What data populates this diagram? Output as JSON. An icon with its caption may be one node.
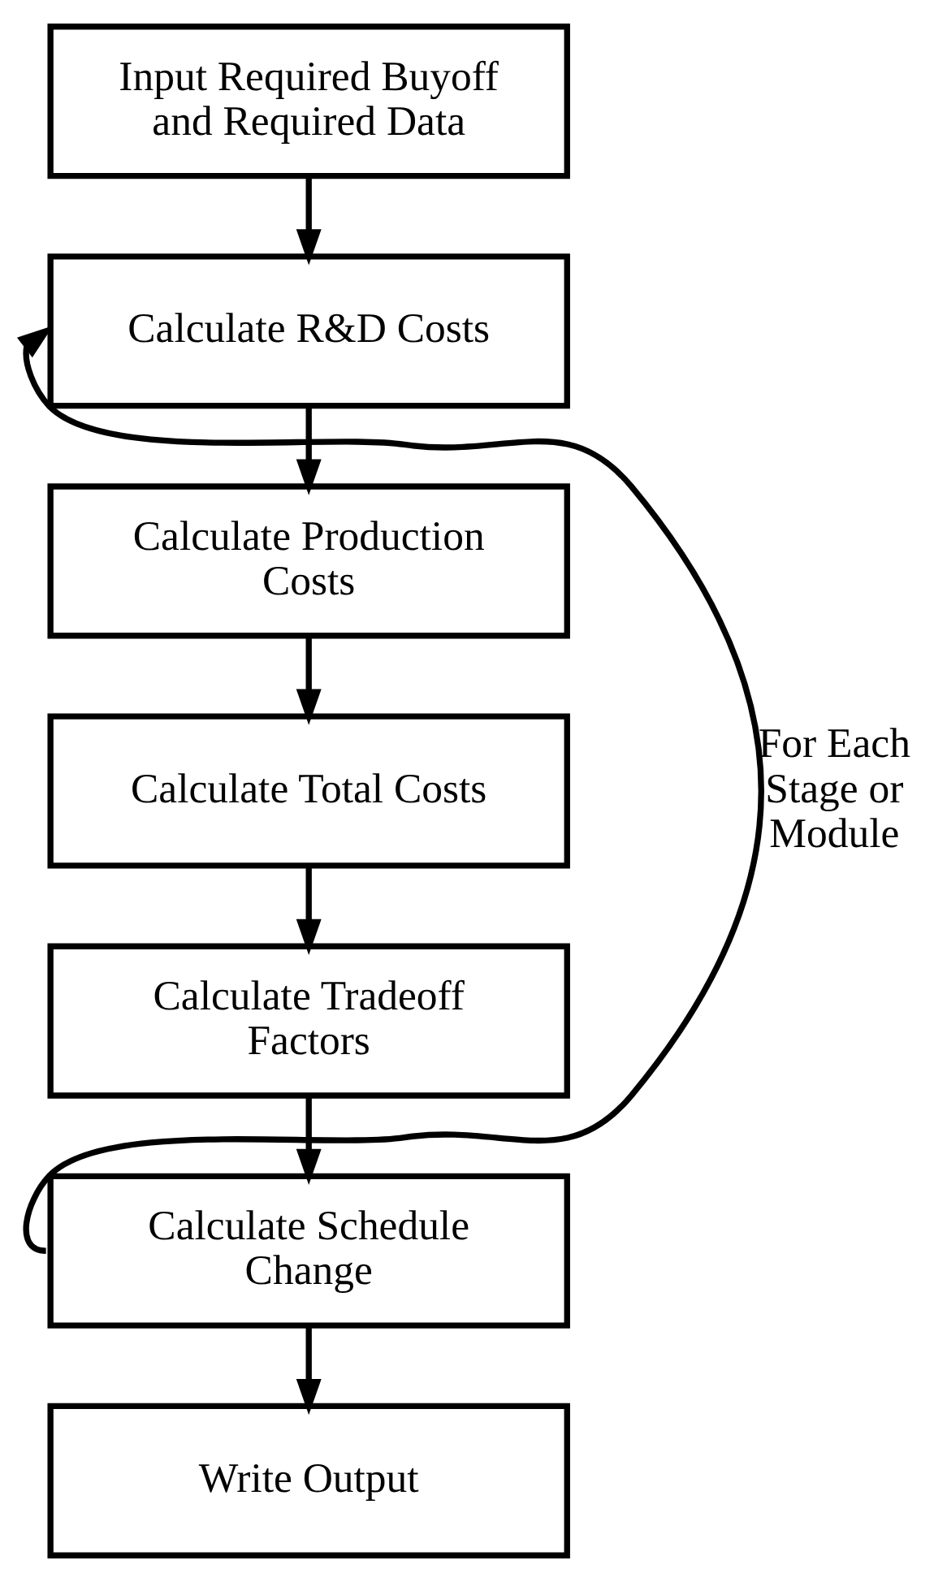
{
  "diagram": {
    "nodes": [
      {
        "text": [
          "Input Required Buyoff and Required Data"
        ]
      },
      {
        "text": [
          "Calculate R&D Costs"
        ]
      },
      {
        "text": [
          "Calculate Production Costs"
        ]
      },
      {
        "text": [
          "Calculate Total Costs"
        ]
      },
      {
        "text": [
          "Calculate Tradeoff Factors"
        ]
      },
      {
        "text": [
          "Calculate Schedule Change"
        ]
      },
      {
        "text": [
          "Write Output"
        ]
      }
    ],
    "edges": [
      {
        "from": 0,
        "to": 1,
        "arrow": "to"
      },
      {
        "from": 1,
        "to": 2,
        "arrow": "to"
      },
      {
        "from": 2,
        "to": 3,
        "arrow": "to"
      },
      {
        "from": 3,
        "to": 4,
        "arrow": "to"
      },
      {
        "from": 4,
        "to": 5,
        "arrow": "to"
      },
      {
        "from": 5,
        "to": 6,
        "arrow": "to"
      },
      {
        "from": 5,
        "to": 1,
        "arrow": "to",
        "label": "For Each Stage or Module"
      }
    ]
  }
}
